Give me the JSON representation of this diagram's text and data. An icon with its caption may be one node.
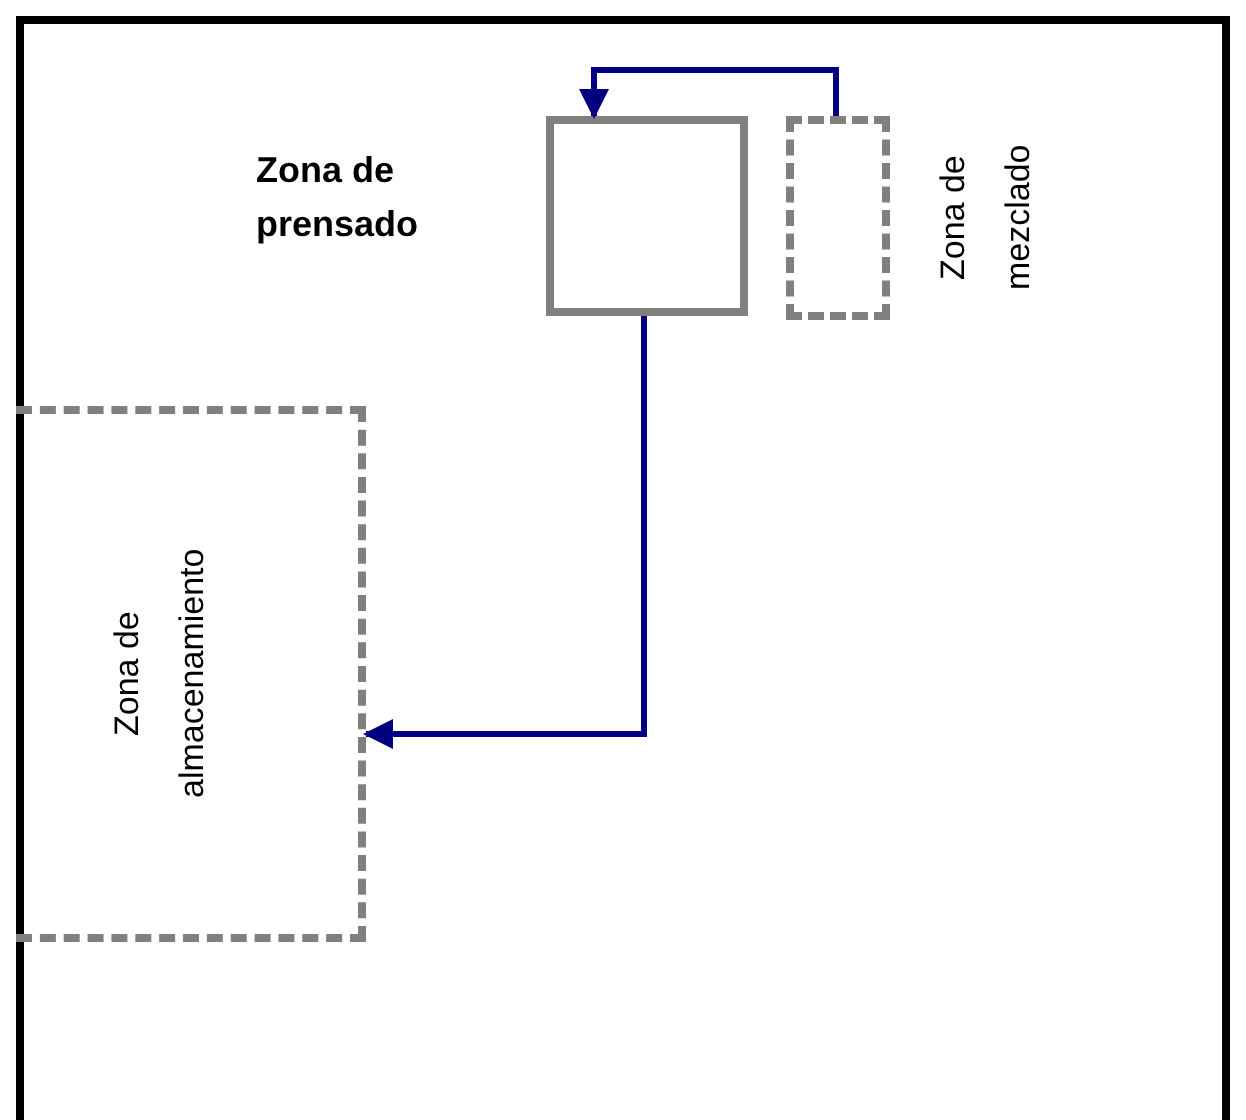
{
  "diagram": {
    "nodes": [
      {
        "text": [
          "Zona de prensado"
        ]
      },
      {
        "text": [
          "Zona de mezclado"
        ]
      },
      {
        "text": [
          "Zona de almacenamiento"
        ]
      }
    ],
    "edges": [
      {
        "from": 1,
        "to": 0,
        "arrow": "to"
      },
      {
        "from": 0,
        "to": 2,
        "arrow": "to"
      }
    ]
  }
}
